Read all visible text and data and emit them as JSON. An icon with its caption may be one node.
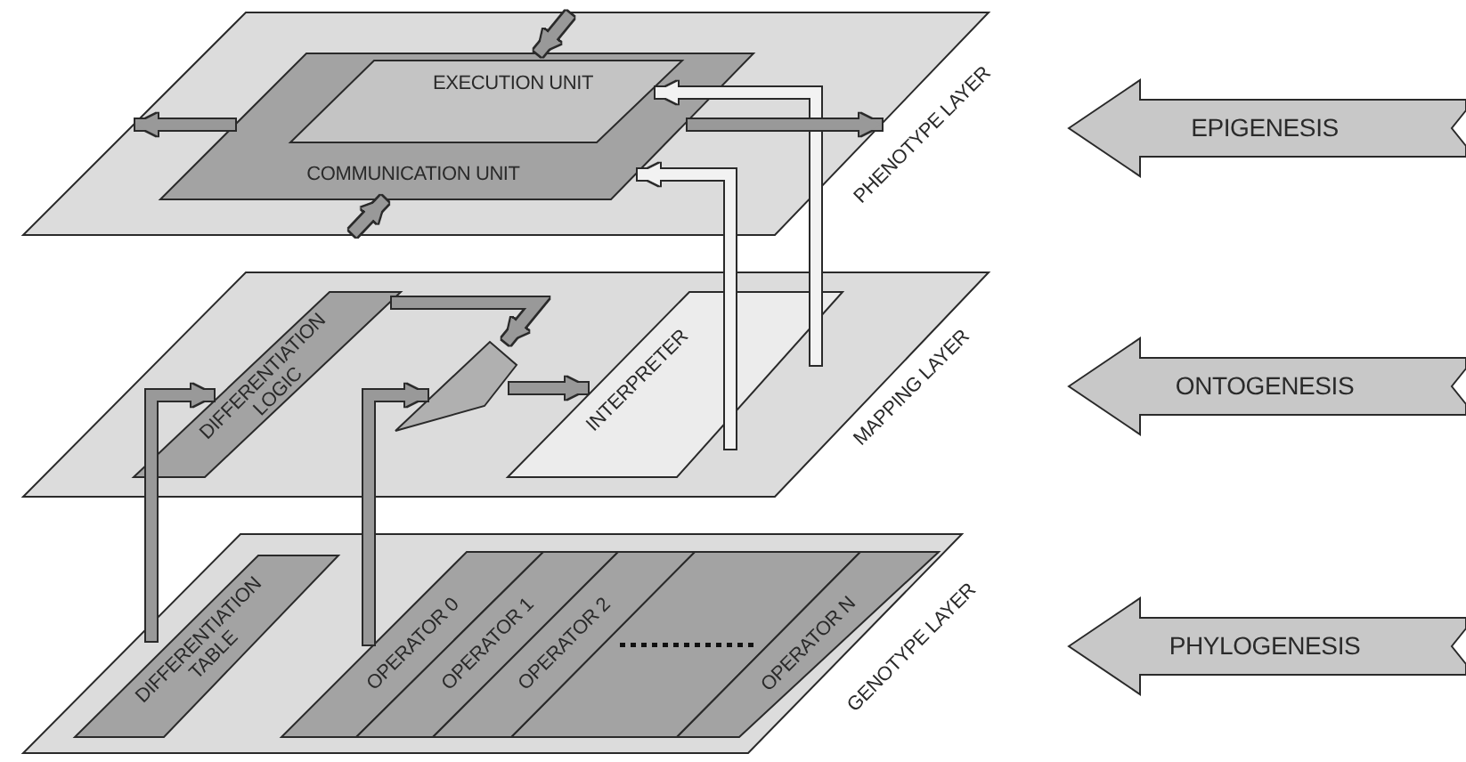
{
  "diagram": {
    "nodes": [
      {
        "text": [
          "PHENOTYPE LAYER"
        ]
      },
      {
        "text": [
          "COMMUNICATION UNIT"
        ],
        "in": 0
      },
      {
        "text": [
          "EXECUTION UNIT"
        ],
        "in": 1
      },
      {
        "text": [
          "MAPPING LAYER"
        ]
      },
      {
        "text": [
          "DIFFERENTIATION LOGIC"
        ],
        "in": 3
      },
      {
        "text": [],
        "shape": "box",
        "in": 3
      },
      {
        "text": [
          "INTERPRETER"
        ],
        "in": 3
      },
      {
        "text": [
          "GENOTYPE LAYER"
        ]
      },
      {
        "text": [
          "DIFFERENTIATION TABLE"
        ],
        "in": 7
      },
      {
        "text": [
          "OPERATOR 0"
        ],
        "in": 7
      },
      {
        "text": [
          "OPERATOR 1"
        ],
        "in": 7
      },
      {
        "text": [
          "OPERATOR 2"
        ],
        "in": 7
      },
      {
        "text": [
          "OPERATOR N"
        ],
        "in": 7
      },
      {
        "text": [
          "EPIGENESIS"
        ]
      },
      {
        "text": [
          "ONTOGENESIS"
        ]
      },
      {
        "text": [
          "PHYLOGENESIS"
        ]
      }
    ],
    "edges": [
      {
        "from": 8,
        "to": 4,
        "arrow": "to"
      },
      {
        "from": 9,
        "to": 5,
        "arrow": "to"
      },
      {
        "from": 4,
        "to": 5,
        "arrow": "to"
      },
      {
        "from": 5,
        "to": 6,
        "arrow": "to"
      },
      {
        "from": 6,
        "to": 1,
        "arrow": "to",
        "color": "#f2f2f2"
      },
      {
        "from": 6,
        "to": 2,
        "arrow": "to",
        "color": "#f2f2f2"
      },
      {
        "from": null,
        "to": 1,
        "arrow": "to"
      },
      {
        "from": 1,
        "to": null,
        "arrow": "to"
      },
      {
        "from": null,
        "to": 1,
        "arrow": "to"
      },
      {
        "from": 1,
        "to": null,
        "arrow": "to"
      }
    ]
  }
}
